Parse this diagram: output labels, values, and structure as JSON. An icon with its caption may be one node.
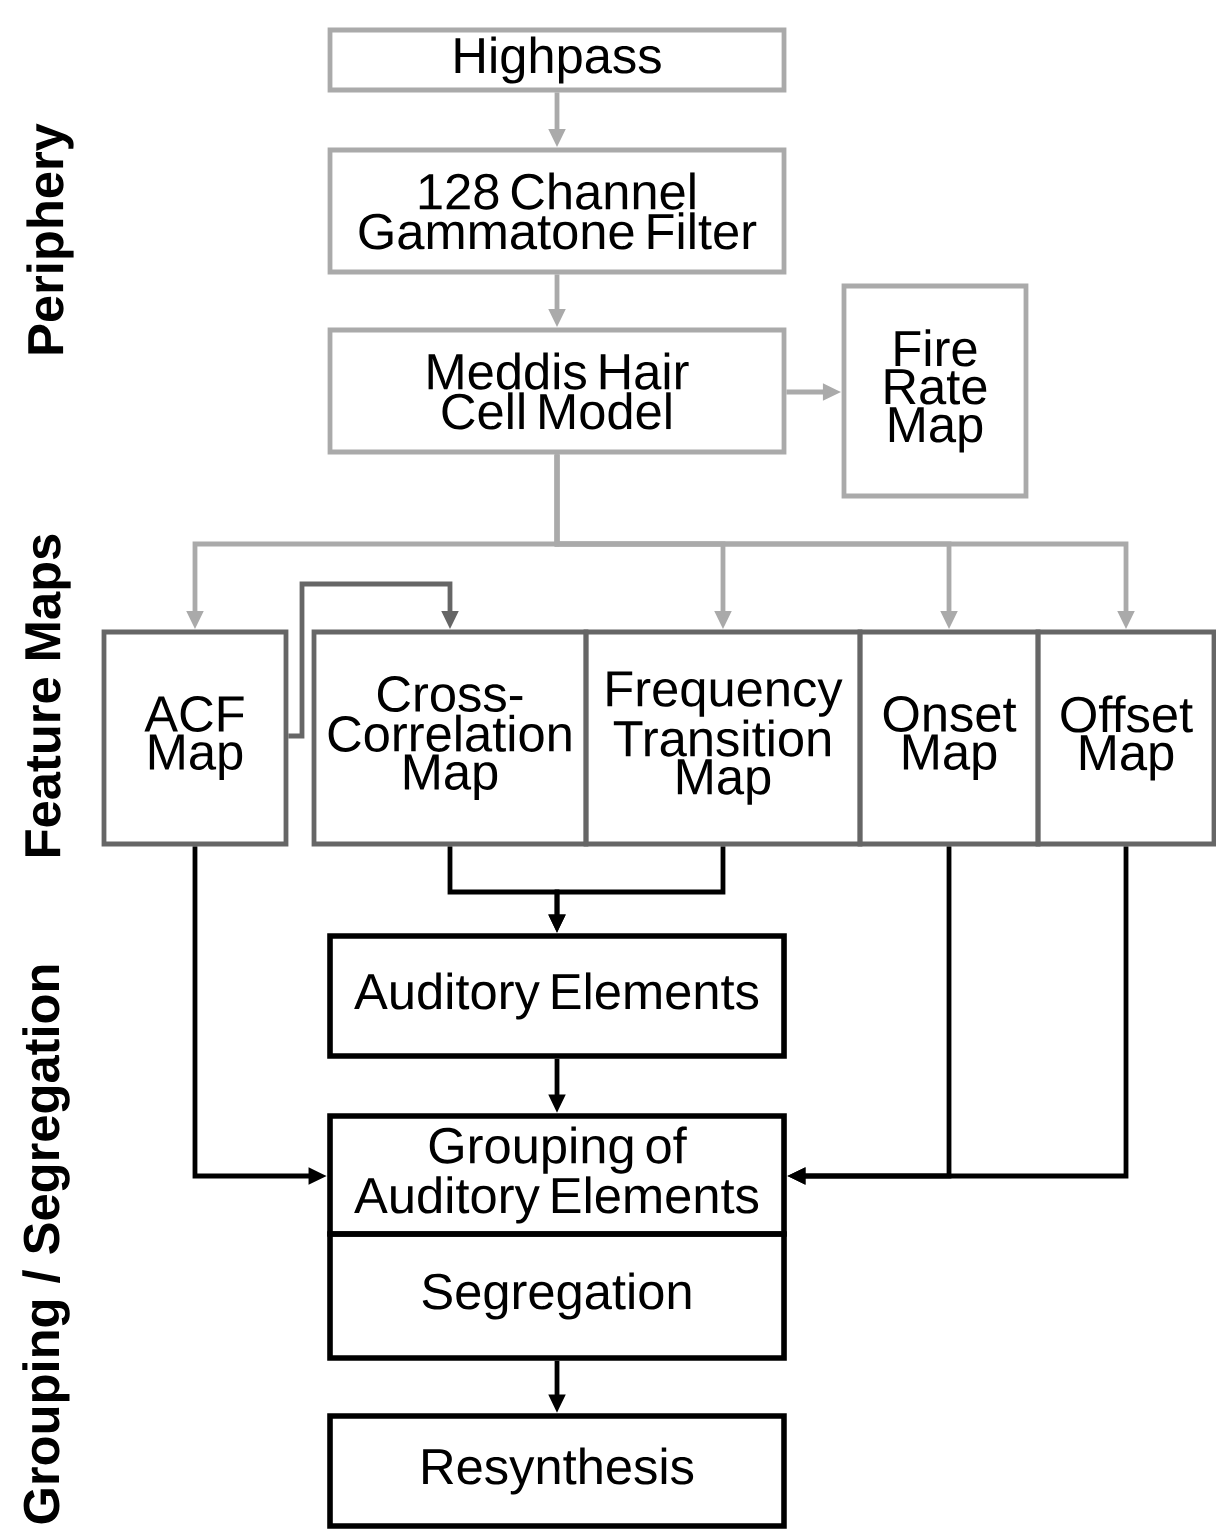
{
  "diagram": {
    "nodes": [
      {
        "text": [
          "Highpass"
        ]
      },
      {
        "text": [
          "128 Channel Gammatone Filter"
        ]
      },
      {
        "text": [
          "Meddis Hair Cell Model"
        ]
      },
      {
        "text": [
          "Fire Rate Map"
        ]
      },
      {
        "text": [
          "ACF Map"
        ]
      },
      {
        "text": [
          "Cross-Correlation Map"
        ]
      },
      {
        "text": [
          "Frequency Transition Map"
        ]
      },
      {
        "text": [
          "Onset Map"
        ]
      },
      {
        "text": [
          "Offset Map"
        ]
      },
      {
        "text": [
          "Auditory Elements"
        ]
      },
      {
        "text": [
          "Grouping of Auditory Elements"
        ]
      },
      {
        "text": [
          "Segregation"
        ]
      },
      {
        "text": [
          "Resynthesis"
        ]
      }
    ],
    "edges": [
      {
        "from": 0,
        "to": 1,
        "arrow": "to",
        "color": "#aaaaaa"
      },
      {
        "from": 1,
        "to": 2,
        "arrow": "to",
        "color": "#aaaaaa"
      },
      {
        "from": 2,
        "to": 3,
        "arrow": "to",
        "color": "#aaaaaa"
      },
      {
        "from": 2,
        "to": 4,
        "arrow": "to",
        "color": "#aaaaaa"
      },
      {
        "from": 2,
        "to": 6,
        "arrow": "to",
        "color": "#aaaaaa"
      },
      {
        "from": 2,
        "to": 7,
        "arrow": "to",
        "color": "#aaaaaa"
      },
      {
        "from": 2,
        "to": 8,
        "arrow": "to",
        "color": "#aaaaaa"
      },
      {
        "from": 4,
        "to": 5,
        "arrow": "to",
        "color": "#666666"
      },
      {
        "from": 5,
        "to": 9,
        "arrow": "to",
        "color": "#000000"
      },
      {
        "from": 6,
        "to": 9,
        "arrow": "to",
        "color": "#000000"
      },
      {
        "from": 9,
        "to": 10,
        "arrow": "to",
        "color": "#000000"
      },
      {
        "from": 4,
        "to": 10,
        "arrow": "to",
        "color": "#000000"
      },
      {
        "from": 7,
        "to": 10,
        "arrow": "to",
        "color": "#000000"
      },
      {
        "from": 8,
        "to": 10,
        "arrow": "to",
        "color": "#000000"
      },
      {
        "from": 11,
        "to": 12,
        "arrow": "to",
        "color": "#000000"
      }
    ],
    "labels": [
      "Periphery",
      "Feature Maps",
      "Grouping / Segregation"
    ]
  }
}
